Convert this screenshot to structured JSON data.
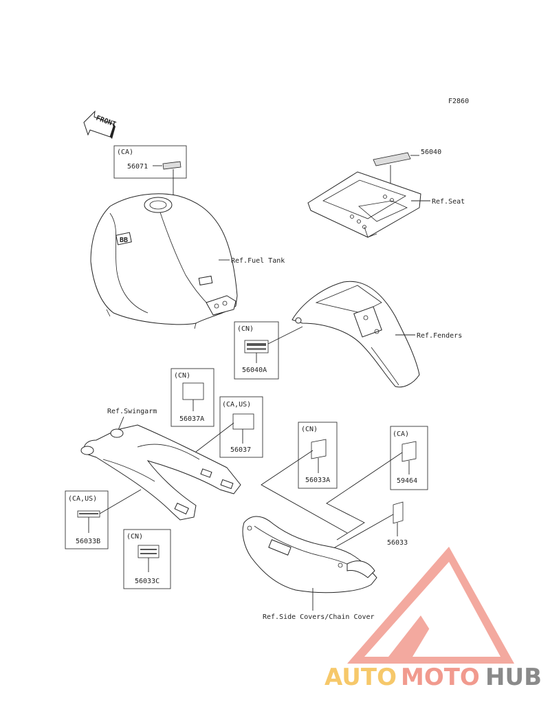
{
  "diagram": {
    "figure_code": "F2860",
    "front_arrow": "FRONT",
    "callouts": [
      {
        "region": "(CA)",
        "part": "56071"
      },
      {
        "region": "",
        "part": "56040"
      },
      {
        "region": "(CN)",
        "part": "56040A"
      },
      {
        "region": "(CN)",
        "part": "56037A"
      },
      {
        "region": "(CA,US)",
        "part": "56037"
      },
      {
        "region": "(CN)",
        "part": "56033A"
      },
      {
        "region": "(CA)",
        "part": "59464"
      },
      {
        "region": "",
        "part": "56033"
      },
      {
        "region": "(CA,US)",
        "part": "56033B"
      },
      {
        "region": "(CN)",
        "part": "56033C"
      }
    ],
    "references": [
      "Ref.Seat",
      "Ref.Fuel Tank",
      "Ref.Fenders",
      "Ref.Swingarm",
      "Ref.Side Covers/Chain Cover"
    ]
  },
  "watermark": {
    "word_1": "AUTO",
    "word_2": "MOTO",
    "word_3": "HUB",
    "colors": {
      "auto": "#f6c86a",
      "moto": "#f19a8e",
      "hub": "#8a8a8a",
      "triangle": "#f19a8e"
    }
  }
}
